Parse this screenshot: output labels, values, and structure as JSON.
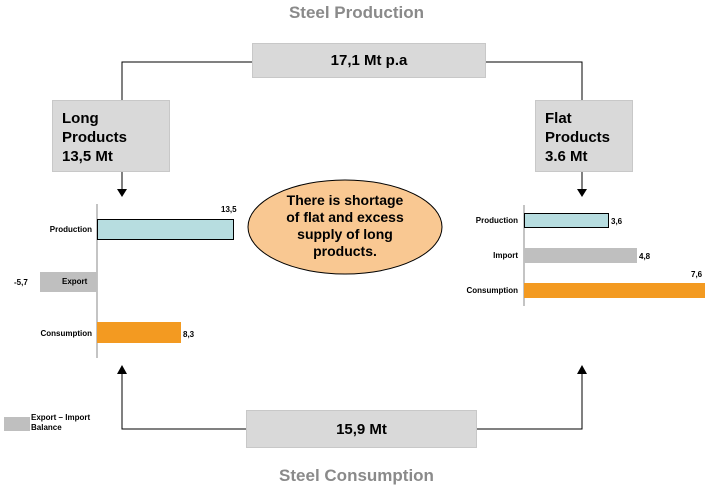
{
  "titles": {
    "top": "Steel Production",
    "bottom": "Steel Consumption"
  },
  "boxes": {
    "production_total": "17,1 Mt p.a",
    "consumption_total": "15,9 Mt",
    "long": [
      "Long",
      "Products",
      "13,5 Mt"
    ],
    "flat": [
      "Flat",
      "Products",
      "3.6 Mt"
    ]
  },
  "callout": [
    "There is shortage",
    "of flat and excess",
    "supply of long",
    "products."
  ],
  "legend": {
    "label_line1": "Export – Import",
    "label_line2": "Balance",
    "color": "#bfbfbf"
  },
  "colors": {
    "production": "#b7dde0",
    "balance": "#bfbfbf",
    "consumption": "#f39a21",
    "oval": "#f9c892"
  },
  "chart_data": [
    {
      "type": "bar",
      "orientation": "horizontal",
      "categories": [
        "Production",
        "Export",
        "Consumption"
      ],
      "values": [
        13.5,
        -5.7,
        8.3
      ],
      "labels": [
        "13,5",
        "-5,7",
        "8,3"
      ]
    },
    {
      "type": "bar",
      "orientation": "horizontal",
      "categories": [
        "Production",
        "Import",
        "Consumption"
      ],
      "values": [
        3.6,
        4.8,
        7.6
      ],
      "labels": [
        "3,6",
        "4,8",
        "7,6"
      ]
    }
  ]
}
